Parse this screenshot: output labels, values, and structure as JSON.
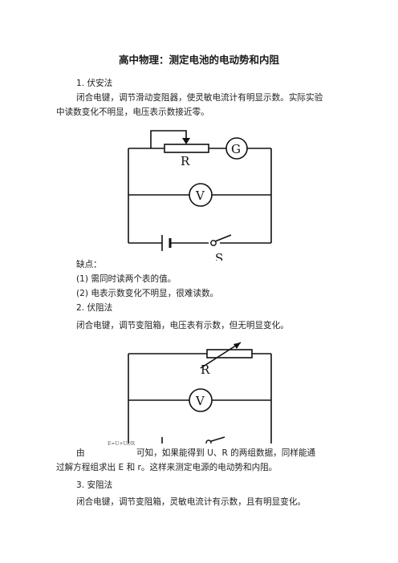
{
  "title": "高中物理：测定电池的电动势和内阻",
  "s1": {
    "heading": "1. 伏安法",
    "body_line1": "闭合电键，调节滑动变阻器，使灵敏电流计有明显示数。实际实验",
    "body_line2": "中读数变化不明显，电压表示数接近零。"
  },
  "fig1": {
    "r_label": "R",
    "g_label": "G",
    "v_label": "V",
    "s_label": "S"
  },
  "drawbacks": {
    "heading": "缺点：",
    "item1": "(1) 需同时读两个表的值。",
    "item2": "(2) 电表示数变化不明显，很难读数。"
  },
  "s2": {
    "heading": "2. 伏阻法",
    "body": "闭合电键，调节变阻箱，电压表有示数，但无明显变化。"
  },
  "fig2": {
    "r_label": "R",
    "v_label": "V"
  },
  "derive": {
    "prefix": "由",
    "formula_hint": "E=U+Ur/R",
    "text1": "可知，如果能得到 U、R 的两组数据，同样能通",
    "text2": "过解方程组求出 E 和 r。这样来测定电源的电动势和内阻。"
  },
  "s3": {
    "heading": "3. 安阻法",
    "body": "闭合电键，调节变阻箱，灵敏电流计有示数，且有明显变化。"
  }
}
